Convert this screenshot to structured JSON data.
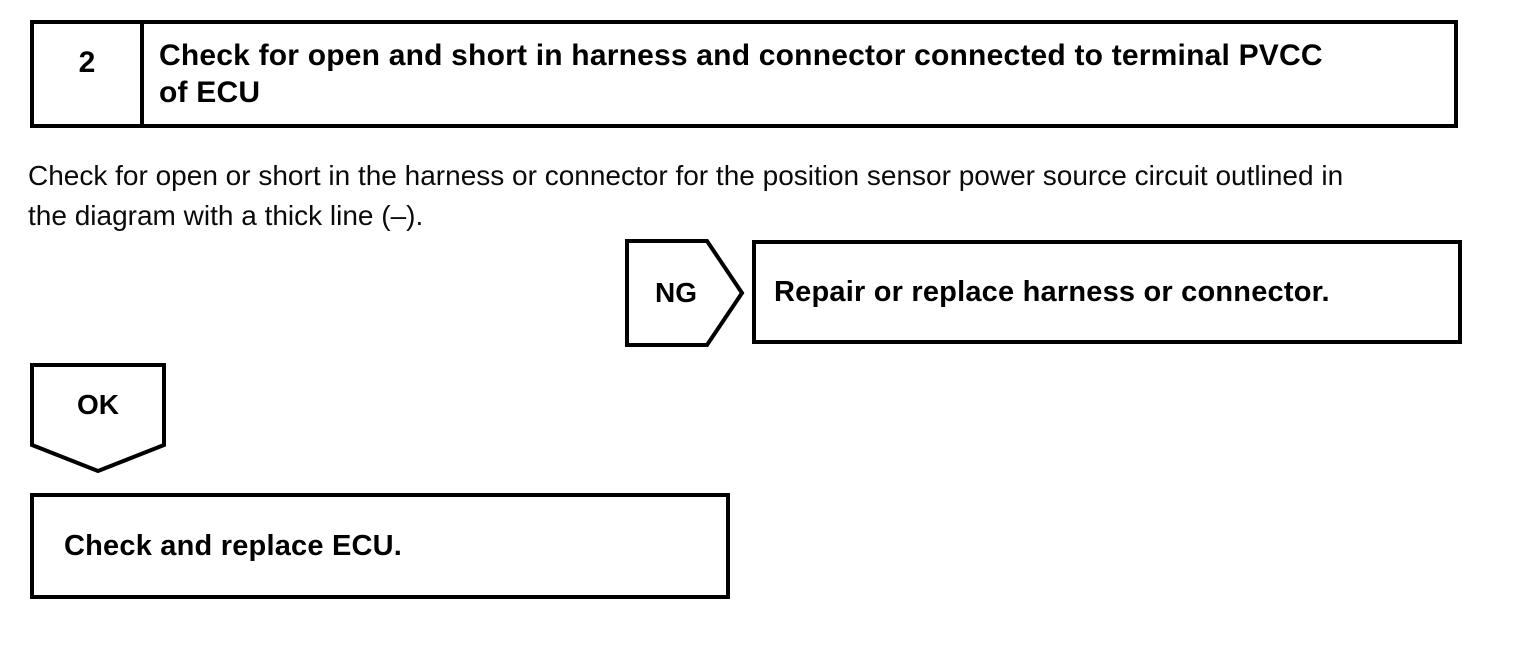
{
  "page": {
    "background": "#ffffff",
    "ink": "#000000"
  },
  "step_header": {
    "number": "2",
    "title_lines": [
      "Check for open and short in harness and connector connected to terminal PVCC",
      "of ECU"
    ]
  },
  "instruction": {
    "lines": [
      "Check for open or short in the harness or connector for the position sensor power source circuit outlined in",
      "the diagram with a thick line (–)."
    ]
  },
  "ng_branch": {
    "label": "NG",
    "action": "Repair or replace harness or connector."
  },
  "ok_branch": {
    "label": "OK",
    "action": "Check and replace ECU."
  }
}
